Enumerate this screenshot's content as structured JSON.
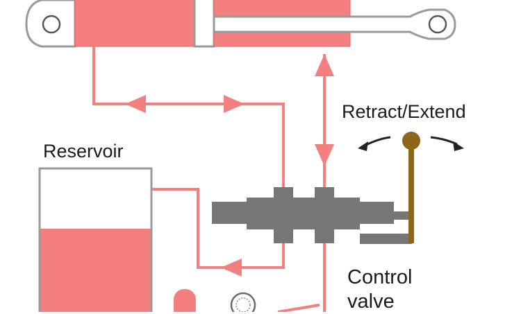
{
  "labels": {
    "retract_extend": "Retract/Extend",
    "reservoir": "Reservoir",
    "control_valve_line1": "Control",
    "control_valve_line2": "valve"
  },
  "colors": {
    "fluid": "#f47f7f",
    "fluid_light": "#f8a0a0",
    "outline": "#9a9a9a",
    "valve": "#767676",
    "lever": "#8b6914",
    "lever_knob": "#8b6518",
    "text": "#1a1a1a"
  },
  "reservoir": {
    "fill_level": 0.58
  }
}
